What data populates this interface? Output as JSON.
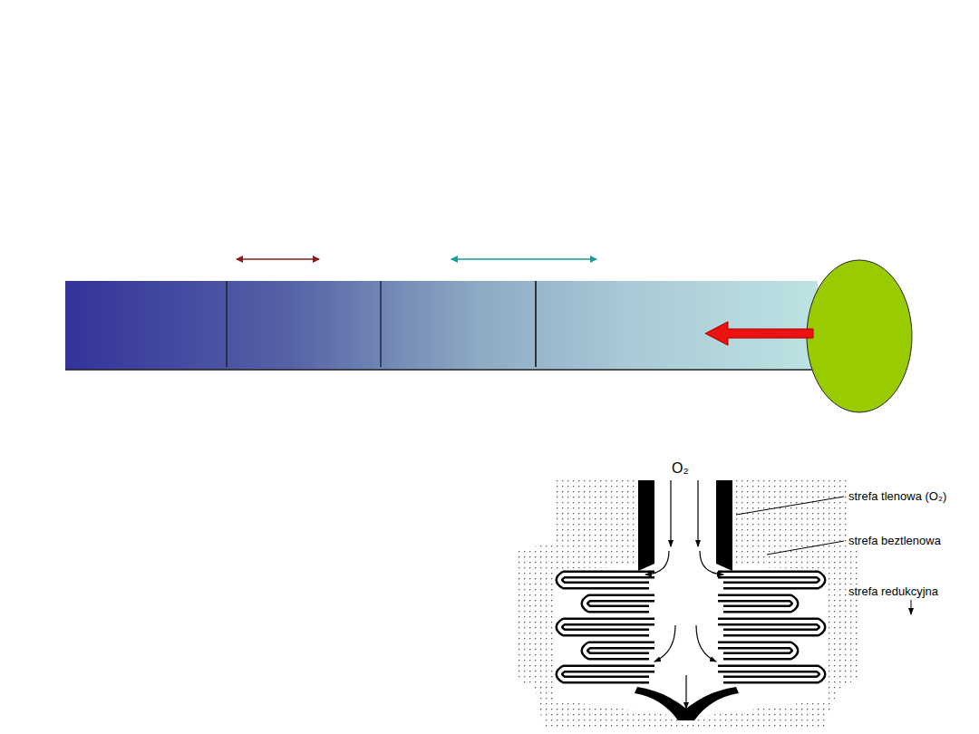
{
  "diagram": {
    "labels": [
      "O₂",
      "strefa tlenowa (O₂)",
      "strefa beztlenowa",
      "strefa redukcyjna"
    ]
  }
}
